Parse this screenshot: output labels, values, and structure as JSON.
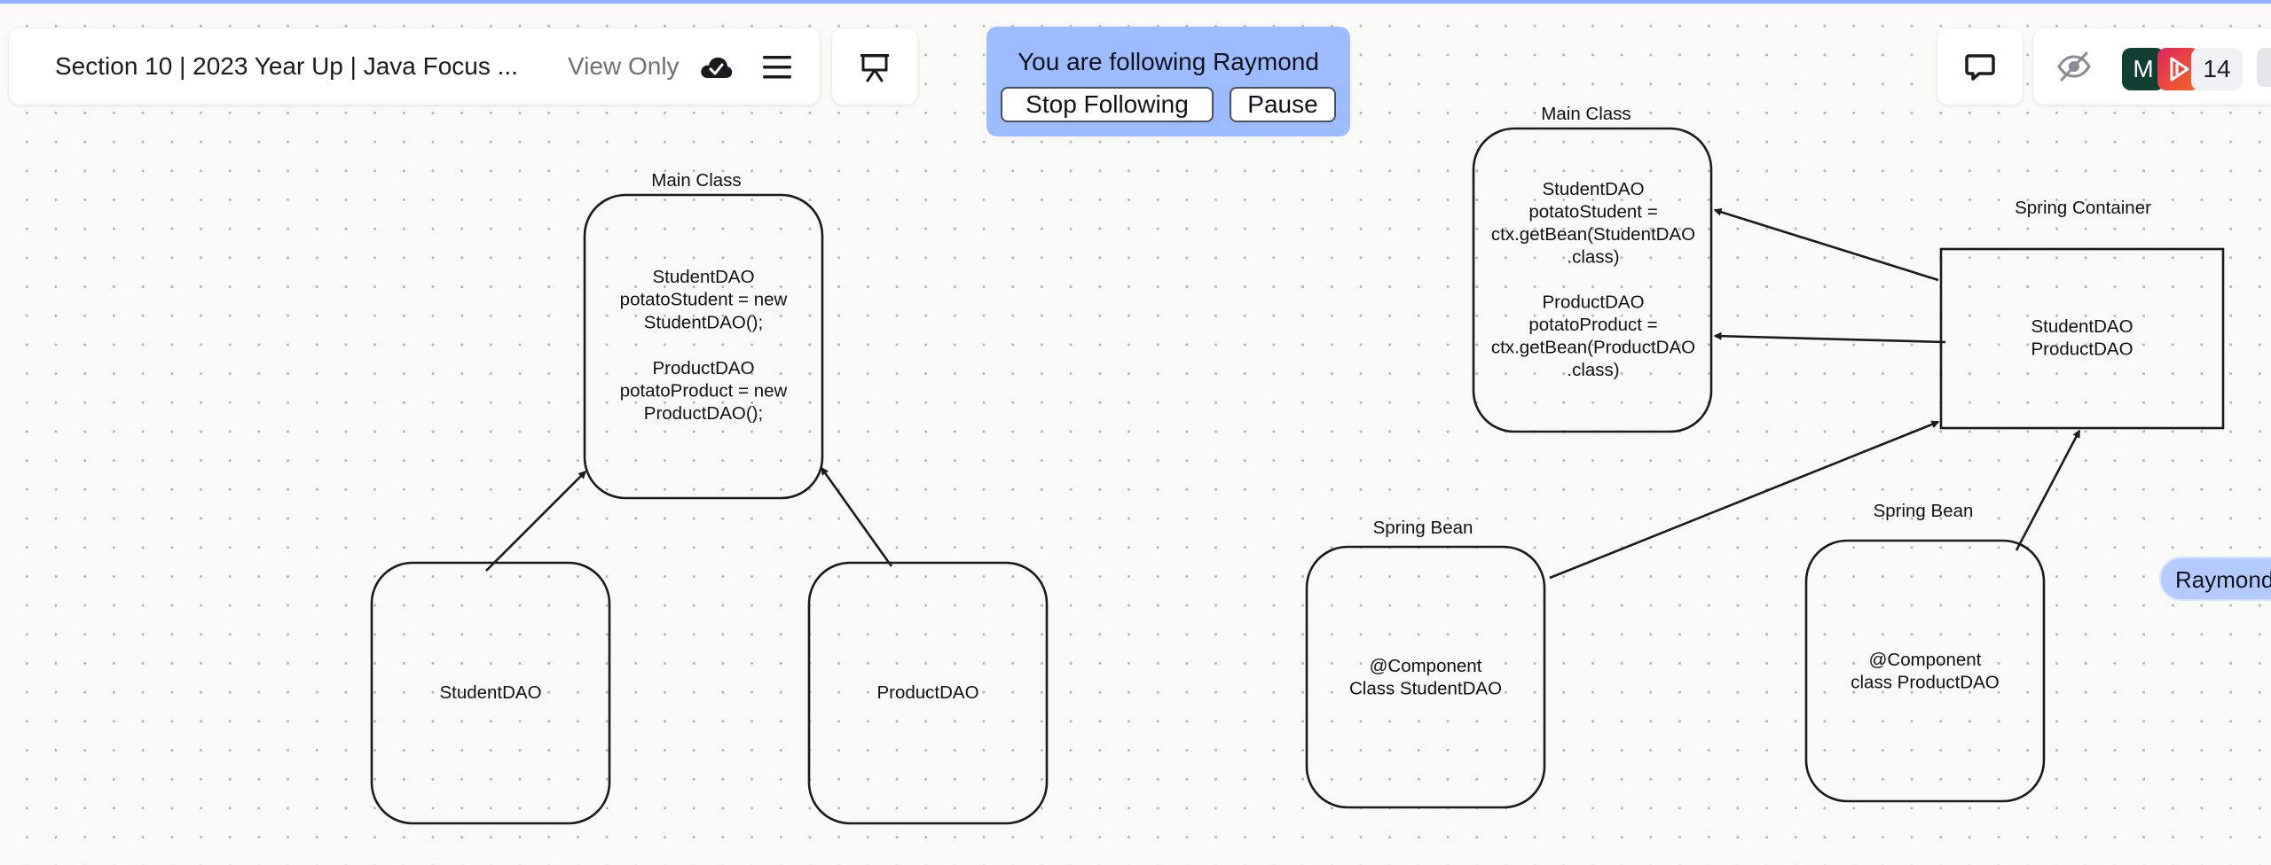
{
  "app": {
    "document_title": "Section 10 | 2023 Year Up | Java Focus ...",
    "view_only_label": "View Only",
    "icons": {
      "cloud": "cloud-check-icon",
      "menu": "hamburger-menu-icon",
      "present": "presentation-icon",
      "comment": "comment-icon",
      "eye": "following-eye-icon"
    }
  },
  "follow": {
    "message": "You are following Raymond",
    "stop_label": "Stop Following",
    "pause_label": "Pause",
    "banner_color": "#9cbcff"
  },
  "collaborators": {
    "avatar_initial": "M",
    "count": "14"
  },
  "cursor": {
    "name": "Raymond"
  },
  "diagram": {
    "left": {
      "main_label": "Main Class",
      "main_lines": [
        "StudentDAO",
        "potatoStudent = new",
        "StudentDAO();",
        "",
        "ProductDAO",
        "potatoProduct = new",
        "ProductDAO();"
      ],
      "student_label": "StudentDAO",
      "product_label": "ProductDAO"
    },
    "right": {
      "main_label": "Main Class",
      "main_lines": [
        "StudentDAO",
        "potatoStudent =",
        "ctx.getBean(StudentDAO",
        ".class)",
        "",
        "ProductDAO",
        "potatoProduct =",
        "ctx.getBean(ProductDAO",
        ".class)"
      ],
      "container_label": "Spring Container",
      "container_lines": [
        "StudentDAO",
        "ProductDAO"
      ],
      "bean1_label": "Spring Bean",
      "bean1_lines": [
        "@Component",
        "Class StudentDAO"
      ],
      "bean2_label": "Spring Bean",
      "bean2_lines": [
        "@Component",
        "class ProductDAO"
      ]
    }
  }
}
